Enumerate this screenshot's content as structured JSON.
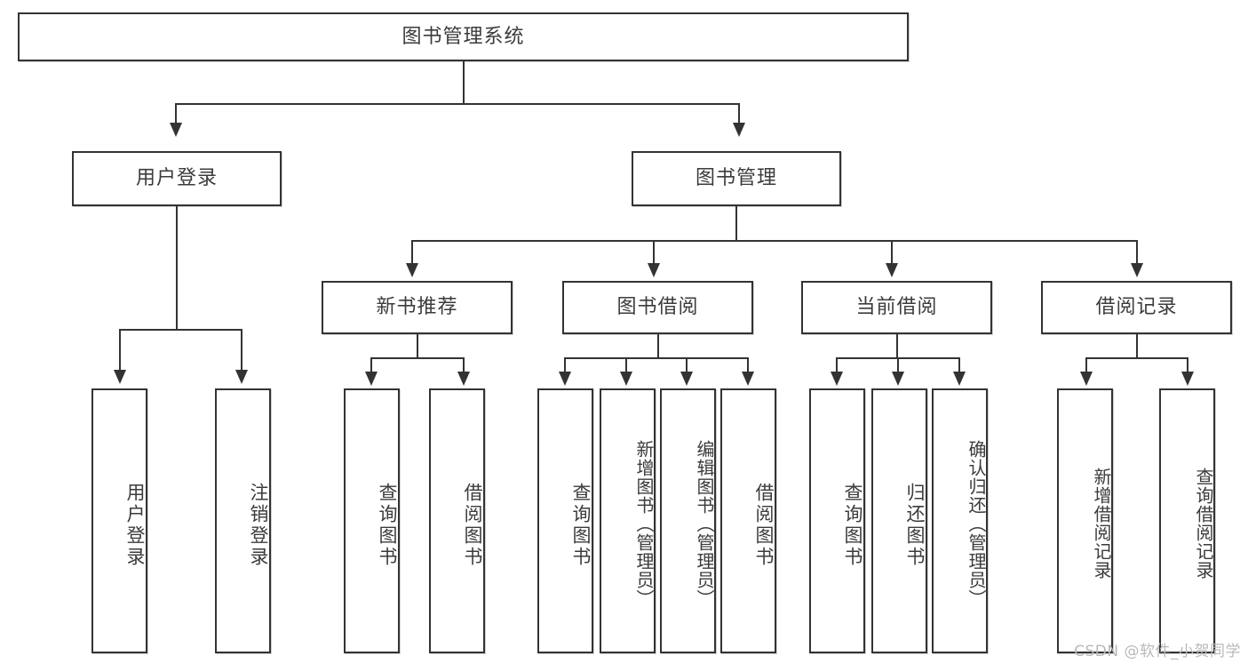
{
  "diagram": {
    "title": "图书管理系统",
    "watermark": "CSDN @软件_小贺同学"
  },
  "root": {
    "label": "图书管理系统"
  },
  "level2": [
    {
      "label": "用户登录"
    },
    {
      "label": "图书管理"
    }
  ],
  "level3": [
    {
      "label": "新书推荐"
    },
    {
      "label": "图书借阅"
    },
    {
      "label": "当前借阅"
    },
    {
      "label": "借阅记录"
    }
  ],
  "leaves": {
    "user_login": [
      {
        "label": "用户登录"
      },
      {
        "label": "注销登录"
      }
    ],
    "new_book_recommend": [
      {
        "label": "查询图书"
      },
      {
        "label": "借阅图书"
      }
    ],
    "book_borrow": [
      {
        "label": "查询图书"
      },
      {
        "label": "新增图书（管理员）"
      },
      {
        "label": "编辑图书（管理员）"
      },
      {
        "label": "借阅图书"
      }
    ],
    "current_borrow": [
      {
        "label": "查询图书"
      },
      {
        "label": "归还图书"
      },
      {
        "label": "确认归还（管理员）"
      }
    ],
    "borrow_record": [
      {
        "label": "新增借阅记录"
      },
      {
        "label": "查询借阅记录"
      }
    ]
  },
  "colors": {
    "stroke": "#333333",
    "text": "#3b3b3b",
    "background": "#ffffff",
    "watermark": "#b9b9b9"
  }
}
